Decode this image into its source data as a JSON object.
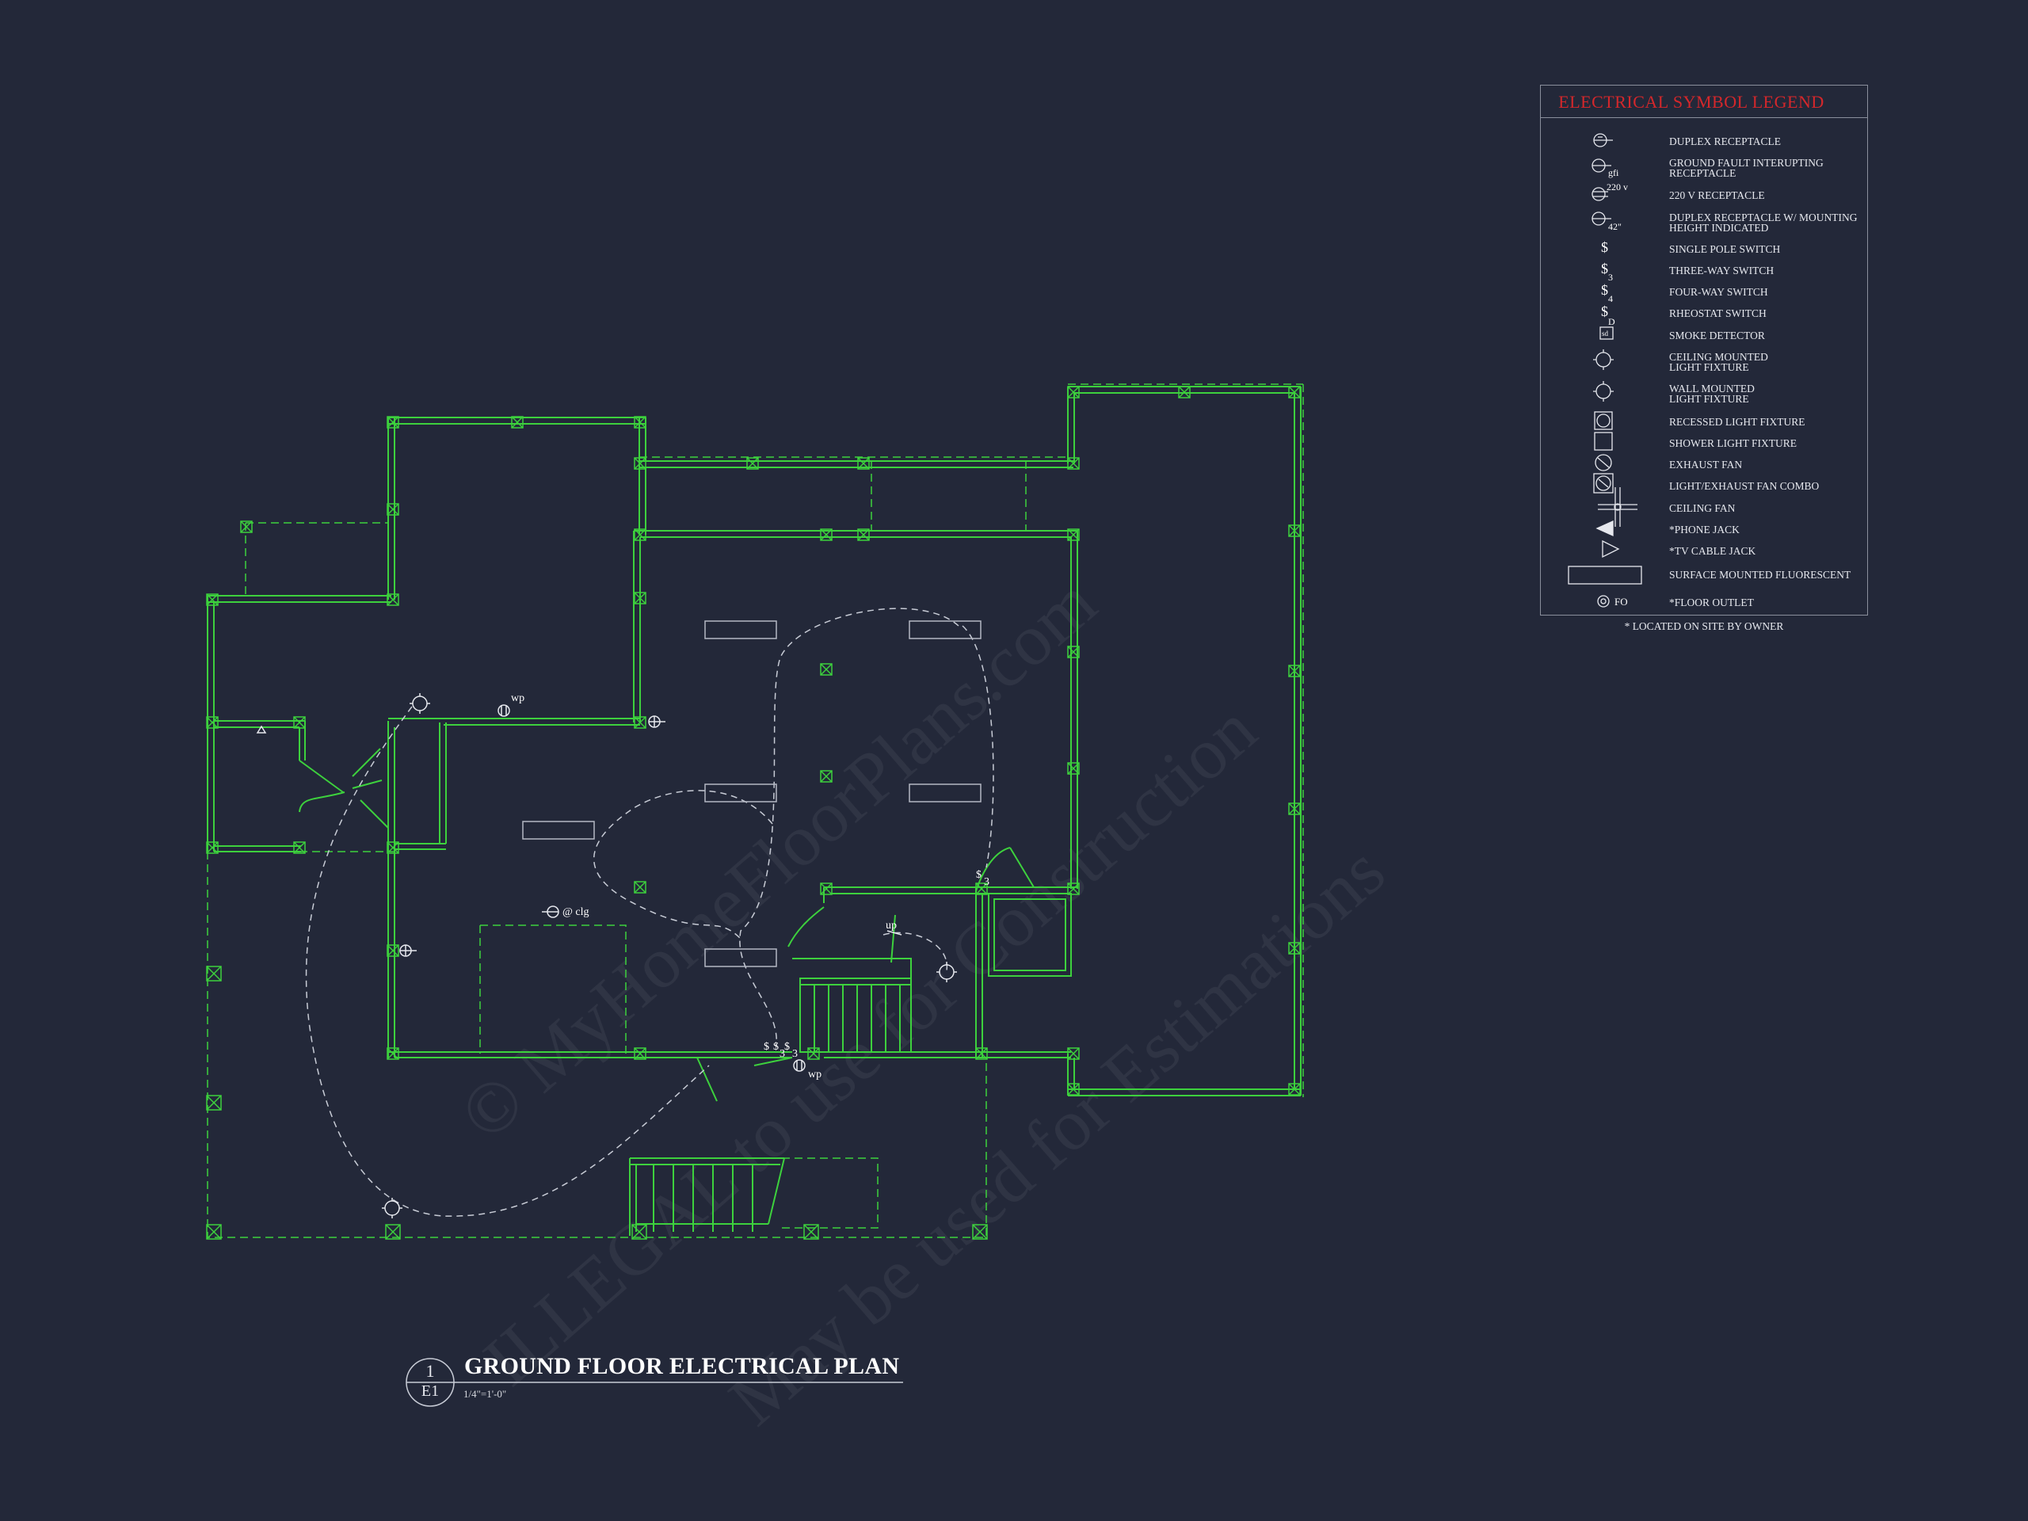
{
  "title": {
    "text": "GROUND FLOOR ELECTRICAL PLAN",
    "scale": "1/4\"=1'-0\"",
    "detail_number": "1",
    "sheet": "E1"
  },
  "legend": {
    "title": "ELECTRICAL SYMBOL LEGEND",
    "note": "* LOCATED ON SITE BY OWNER",
    "items": [
      {
        "icon": "duplex-receptacle-icon",
        "label": "DUPLEX RECEPTACLE"
      },
      {
        "icon": "gfi-receptacle-icon",
        "label": "GROUND FAULT INTERUPTING RECEPTACLE",
        "marker": "gfi"
      },
      {
        "icon": "220v-receptacle-icon",
        "label": "220 V RECEPTACLE",
        "marker": "220 v"
      },
      {
        "icon": "height-receptacle-icon",
        "label": "DUPLEX RECEPTACLE W/ MOUNTING HEIGHT INDICATED",
        "marker": "42\""
      },
      {
        "icon": "single-pole-switch-icon",
        "label": "SINGLE POLE SWITCH",
        "marker": "$"
      },
      {
        "icon": "three-way-switch-icon",
        "label": "THREE-WAY SWITCH",
        "marker": "$",
        "sub": "3"
      },
      {
        "icon": "four-way-switch-icon",
        "label": "FOUR-WAY SWITCH",
        "marker": "$",
        "sub": "4"
      },
      {
        "icon": "rheostat-switch-icon",
        "label": "RHEOSTAT SWITCH",
        "marker": "$",
        "sub": "D"
      },
      {
        "icon": "smoke-detector-icon",
        "label": "SMOKE DETECTOR",
        "marker": "sd"
      },
      {
        "icon": "ceiling-light-icon",
        "label": "CEILING MOUNTED LIGHT FIXTURE"
      },
      {
        "icon": "wall-light-icon",
        "label": "WALL MOUNTED LIGHT FIXTURE"
      },
      {
        "icon": "recessed-light-icon",
        "label": "RECESSED LIGHT FIXTURE"
      },
      {
        "icon": "shower-light-icon",
        "label": "SHOWER LIGHT FIXTURE"
      },
      {
        "icon": "exhaust-fan-icon",
        "label": "EXHAUST FAN"
      },
      {
        "icon": "light-exhaust-fan-icon",
        "label": "LIGHT/EXHAUST FAN COMBO"
      },
      {
        "icon": "ceiling-fan-icon",
        "label": "CEILING FAN"
      },
      {
        "icon": "phone-jack-icon",
        "label": "*PHONE JACK"
      },
      {
        "icon": "tv-jack-icon",
        "label": "*TV CABLE JACK"
      },
      {
        "icon": "fluorescent-icon",
        "label": "SURFACE MOUNTED FLUORESCENT"
      },
      {
        "icon": "floor-outlet-icon",
        "label": "*FLOOR OUTLET",
        "marker": "FO"
      }
    ]
  },
  "plan_labels": {
    "wp_top": "wp",
    "wp_bottom": "wp",
    "clg": "@ clg",
    "up": "up",
    "switch": "$",
    "sub3": "3"
  },
  "watermark": {
    "line1": "© MyHomeFloorPlans.com",
    "line2": "ILLEGAL to use for Construction",
    "line3": "May be used for Estimations"
  },
  "colors": {
    "background": "#232839",
    "wall": "#3dd13d",
    "legend_title": "#d4272b",
    "text": "#e6e8ee"
  }
}
